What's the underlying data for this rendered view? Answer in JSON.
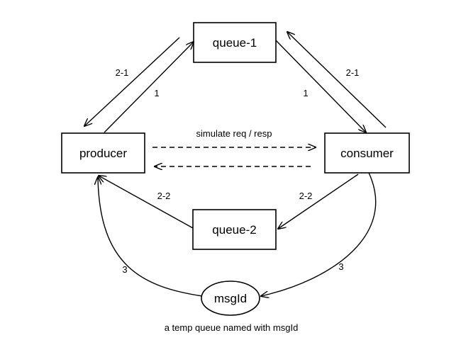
{
  "nodes": {
    "queue1": {
      "label": "queue-1"
    },
    "producer": {
      "label": "producer"
    },
    "consumer": {
      "label": "consumer"
    },
    "queue2": {
      "label": "queue-2"
    },
    "msgid": {
      "label": "msgId"
    }
  },
  "edge_labels": {
    "producer_to_queue1_down": "2-1",
    "producer_to_queue1_up": "1",
    "queue1_to_consumer": "1",
    "consumer_to_queue1": "2-1",
    "simulate": "simulate req / resp",
    "queue2_to_producer": "2-2",
    "consumer_to_queue2": "2-2",
    "msgid_to_producer": "3",
    "consumer_to_msgid": "3"
  },
  "caption": "a temp queue named with msgId"
}
